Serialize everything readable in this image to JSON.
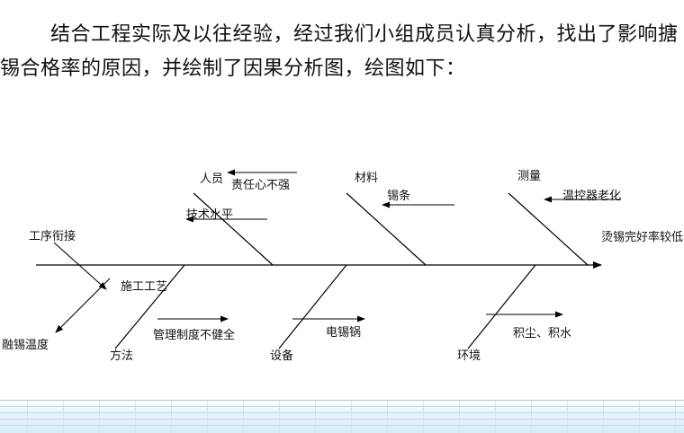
{
  "slide": {
    "paragraph": "结合工程实际及以往经验，经过我们小组成员认真分析，找出了影响搪锡合格率的原因，并绘制了因果分析图，绘图如下："
  },
  "diagram": {
    "type": "fishbone",
    "head_label": "烫锡完好率较低",
    "spine_color": "#000000",
    "categories": [
      {
        "name": "人员",
        "side": "top",
        "causes": [
          "责任心不强",
          "技术水平"
        ]
      },
      {
        "name": "材料",
        "side": "top",
        "causes": [
          "锡条"
        ]
      },
      {
        "name": "测量",
        "side": "top",
        "causes": [
          "温控器老化"
        ]
      },
      {
        "name": "方法",
        "side": "bottom",
        "causes": [
          "施工工艺",
          "管理制度不健全"
        ]
      },
      {
        "name": "设备",
        "side": "bottom",
        "causes": [
          "电锡锅"
        ]
      },
      {
        "name": "环境",
        "side": "bottom",
        "causes": [
          "积尘、积水"
        ]
      }
    ],
    "extra_causes": [
      {
        "label": "工序衔接",
        "side": "top-left"
      },
      {
        "label": "融锡温度",
        "side": "bottom-left"
      }
    ],
    "labels": {
      "ren_yuan": "人员",
      "ze_ren_xin": "责任心不强",
      "ji_shu_shui_ping": "技术水平",
      "cai_liao": "材料",
      "xi_tiao": "锡条",
      "ce_liang": "测量",
      "wen_kong_qi": "温控器老化",
      "gong_xu_xian_jie": "工序衔接",
      "tang_xi": "烫锡完好率较低",
      "shi_gong_gong_yi": "施工工艺",
      "guan_li_zhi_du": "管理制度不健全",
      "fang_fa": "方法",
      "rong_xi_wen_du": "融锡温度",
      "she_bei": "设备",
      "dian_xi_guo": "电锡锅",
      "huan_jing": "环境",
      "ji_chen_ji_shui": "积尘、积水"
    }
  }
}
